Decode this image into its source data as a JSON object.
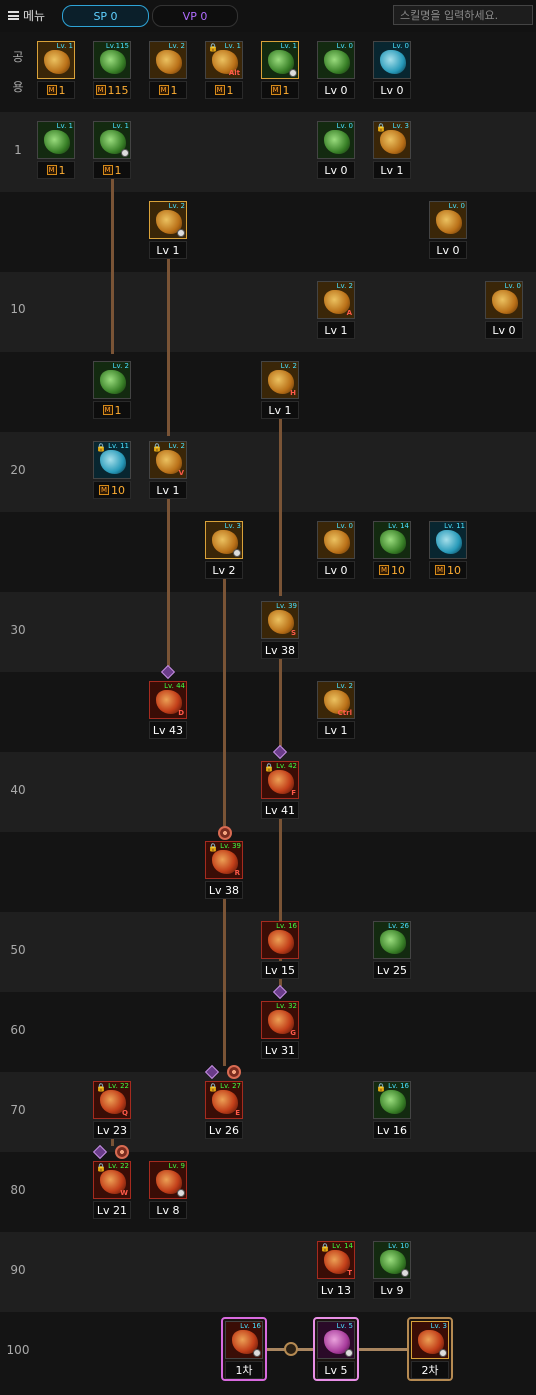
{
  "header": {
    "menu_label": "메뉴",
    "sp_label": "SP 0",
    "vp_label": "VP 0",
    "search_placeholder": "스킬명을 입력하세요."
  },
  "colors": {
    "sp": "#5fd0ff",
    "vp": "#b06cff",
    "connector": "#7a5436",
    "level_text_mastery": "#ffae33"
  },
  "level_labels": [
    "공",
    "용",
    "1",
    "10",
    "20",
    "30",
    "40",
    "50",
    "60",
    "70",
    "80",
    "90",
    "100"
  ],
  "skills": [
    {
      "icon": "flame-burst-icon",
      "lv_text": "Lv. 1",
      "value": "1",
      "mastery": true,
      "frame": "gold"
    },
    {
      "icon": "green-fighter-icon",
      "lv_text": "Lv.115",
      "value": "115",
      "mastery": true,
      "frame": "normal"
    },
    {
      "icon": "gold-muscle-icon",
      "lv_text": "Lv. 2",
      "value": "1",
      "mastery": true,
      "frame": "normal"
    },
    {
      "icon": "gold-grapple-icon",
      "lv_text": "Lv. 1",
      "value": "1",
      "mastery": true,
      "frame": "normal",
      "locked": true,
      "key": "Alt"
    },
    {
      "icon": "green-kick-icon",
      "lv_text": "Lv. 1",
      "value": "1",
      "mastery": true,
      "frame": "gold",
      "timer": true
    },
    {
      "icon": "target-icon",
      "lv_text": "Lv. 0",
      "value": "Lv 0",
      "mastery": false,
      "frame": "normal"
    },
    {
      "icon": "blue-wings-icon",
      "lv_text": "Lv. 0",
      "value": "Lv 0",
      "mastery": false,
      "frame": "normal"
    },
    {
      "icon": "green-fist-icon",
      "lv_text": "Lv. 1",
      "value": "1",
      "mastery": true,
      "frame": "normal"
    },
    {
      "icon": "green-scales-icon",
      "lv_text": "Lv. 1",
      "value": "1",
      "mastery": true,
      "frame": "normal",
      "timer": true
    },
    {
      "icon": "green-skull-icon",
      "lv_text": "Lv. 0",
      "value": "Lv 0",
      "mastery": false,
      "frame": "normal"
    },
    {
      "icon": "gold-claw-icon",
      "lv_text": "Lv. 3",
      "value": "Lv 1",
      "mastery": false,
      "frame": "normal",
      "locked": true
    },
    {
      "icon": "gold-throw-icon",
      "lv_text": "Lv. 2",
      "value": "Lv 1",
      "mastery": false,
      "frame": "gold",
      "timer": true
    },
    {
      "icon": "gold-strike-icon",
      "lv_text": "Lv. 0",
      "value": "Lv 0",
      "mastery": false,
      "frame": "normal"
    },
    {
      "icon": "gold-dash-icon",
      "lv_text": "Lv. 2",
      "value": "Lv 1",
      "mastery": false,
      "frame": "normal",
      "key": "A"
    },
    {
      "icon": "gold-slam-icon",
      "lv_text": "Lv. 0",
      "value": "Lv 0",
      "mastery": false,
      "frame": "normal"
    },
    {
      "icon": "green-leaf-icon",
      "lv_text": "Lv. 2",
      "value": "1",
      "mastery": true,
      "frame": "normal"
    },
    {
      "icon": "gold-hammer-icon",
      "lv_text": "Lv. 2",
      "value": "Lv 1",
      "mastery": false,
      "frame": "normal",
      "key": "H"
    },
    {
      "icon": "blue-tornado-icon",
      "lv_text": "Lv. 11",
      "value": "10",
      "mastery": true,
      "frame": "normal",
      "locked": true
    },
    {
      "icon": "gold-rush-icon",
      "lv_text": "Lv. 2",
      "value": "Lv 1",
      "mastery": false,
      "frame": "normal",
      "locked": true,
      "key": "V"
    },
    {
      "icon": "gold-lines-icon",
      "lv_text": "Lv. 3",
      "value": "Lv 2",
      "mastery": false,
      "frame": "gold",
      "timer": true
    },
    {
      "icon": "gold-flex-icon",
      "lv_text": "Lv. 0",
      "value": "Lv 0",
      "mastery": false,
      "frame": "normal"
    },
    {
      "icon": "green-book-icon",
      "lv_text": "Lv. 14",
      "value": "10",
      "mastery": true,
      "frame": "normal"
    },
    {
      "icon": "blue-crystal-icon",
      "lv_text": "Lv. 11",
      "value": "10",
      "mastery": true,
      "frame": "normal"
    },
    {
      "icon": "gold-swirl-icon",
      "lv_text": "Lv. 39",
      "value": "Lv 38",
      "mastery": false,
      "frame": "normal",
      "key": "S"
    },
    {
      "icon": "red-flame-slash-icon",
      "lv_text": "Lv. 44",
      "value": "Lv 43",
      "mastery": false,
      "frame": "red",
      "key": "D"
    },
    {
      "icon": "gold-punch-icon",
      "lv_text": "Lv. 2",
      "value": "Lv 1",
      "mastery": false,
      "frame": "normal",
      "key": "Ctrl"
    },
    {
      "icon": "red-uppercut-icon",
      "lv_text": "Lv. 42",
      "value": "Lv 41",
      "mastery": false,
      "frame": "red",
      "locked": true,
      "key": "F"
    },
    {
      "icon": "red-cross-icon",
      "lv_text": "Lv. 39",
      "value": "Lv 38",
      "mastery": false,
      "frame": "red",
      "locked": true,
      "key": "R"
    },
    {
      "icon": "red-fist-icon",
      "lv_text": "Lv. 16",
      "value": "Lv 15",
      "mastery": false,
      "frame": "red"
    },
    {
      "icon": "green-manual-icon",
      "lv_text": "Lv. 26",
      "value": "Lv 25",
      "mastery": false,
      "frame": "normal"
    },
    {
      "icon": "red-fire-icon",
      "lv_text": "Lv. 32",
      "value": "Lv 31",
      "mastery": false,
      "frame": "red",
      "key": "G"
    },
    {
      "icon": "red-spiral-icon",
      "lv_text": "Lv. 22",
      "value": "Lv 23",
      "mastery": false,
      "frame": "red",
      "locked": true,
      "key": "Q"
    },
    {
      "icon": "red-burst-icon",
      "lv_text": "Lv. 27",
      "value": "Lv 26",
      "mastery": false,
      "frame": "red",
      "locked": true,
      "key": "E"
    },
    {
      "icon": "green-spin-icon",
      "lv_text": "Lv. 16",
      "value": "Lv 16",
      "mastery": false,
      "frame": "normal",
      "locked": true
    },
    {
      "icon": "red-wave-icon",
      "lv_text": "Lv. 22",
      "value": "Lv 21",
      "mastery": false,
      "frame": "red",
      "locked": true,
      "key": "W"
    },
    {
      "icon": "red-smash-icon",
      "lv_text": "Lv. 9",
      "value": "Lv 8",
      "mastery": false,
      "frame": "red",
      "timer": true
    },
    {
      "icon": "red-pillar-icon",
      "lv_text": "Lv. 14",
      "value": "Lv 13",
      "mastery": false,
      "frame": "red",
      "locked": true,
      "key": "T"
    },
    {
      "icon": "green-beast-icon",
      "lv_text": "Lv. 10",
      "value": "Lv 9",
      "mastery": false,
      "frame": "normal",
      "timer": true
    }
  ],
  "awakening": [
    {
      "icon": "awaken-first-icon",
      "lv_text": "Lv. 16",
      "value": "1차",
      "frame": "pink",
      "timer": true
    },
    {
      "icon": "awaken-mid-icon",
      "lv_text": "Lv. 5",
      "value": "Lv 5",
      "frame": "pinkl",
      "timer": true
    },
    {
      "icon": "awaken-second-icon",
      "lv_text": "Lv. 3",
      "value": "2차",
      "frame": "gold",
      "timer": true
    }
  ]
}
